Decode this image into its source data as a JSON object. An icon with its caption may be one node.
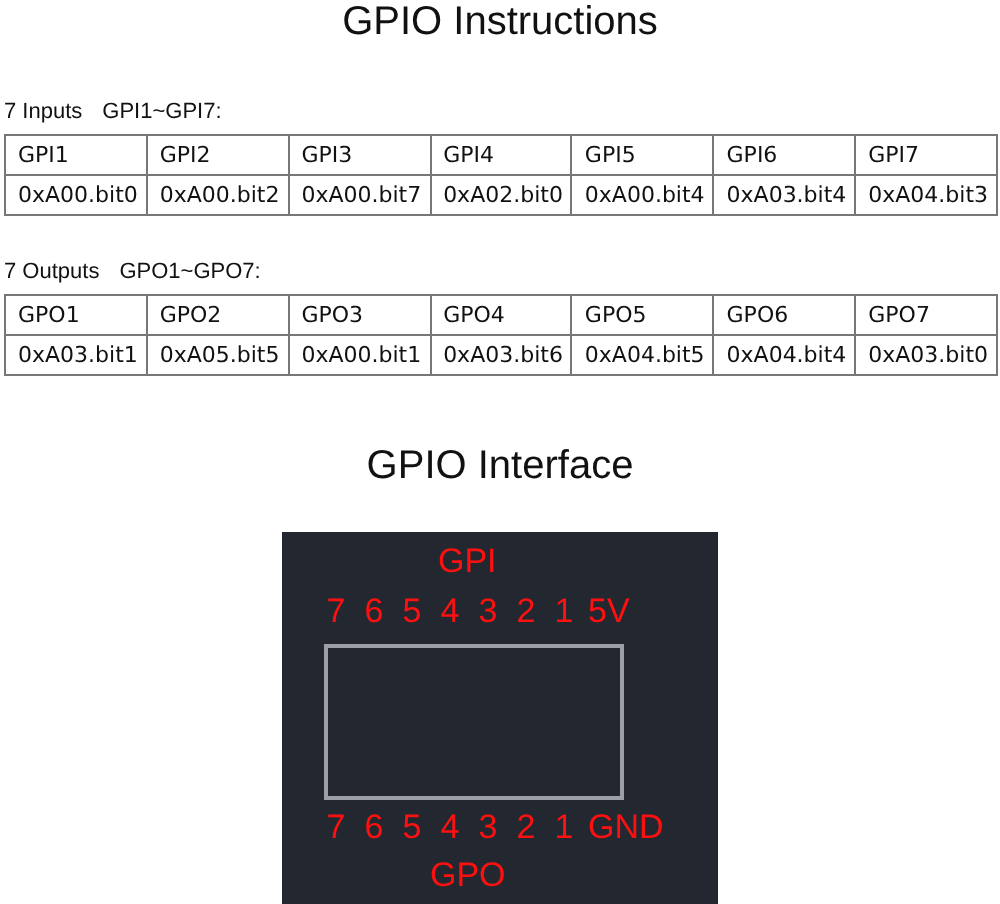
{
  "diagram": {
    "title": "GPIO Instructions",
    "nodes": [
      {
        "text": [],
        "shape": "box"
      }
    ],
    "labels": [
      "7 Inputs",
      "GPI1~GPI7:",
      "GPI1",
      "GPI2",
      "GPI3",
      "GPI4",
      "GPI5",
      "GPI6",
      "GPI7",
      "0xA00.bit0",
      "0xA00.bit2",
      "0xA00.bit7",
      "0xA02.bit0",
      "0xA00.bit4",
      "0xA03.bit4",
      "0xA04.bit3",
      "7 Outputs",
      "GPO1~GPO7:",
      "GPO1",
      "GPO2",
      "GPO3",
      "GPO4",
      "GPO5",
      "GPO6",
      "GPO7",
      "0xA03.bit1",
      "0xA05.bit5",
      "0xA00.bit1",
      "0xA03.bit6",
      "0xA04.bit5",
      "0xA04.bit4",
      "0xA03.bit0",
      "GPIO Interface",
      "GPI",
      "7",
      "6",
      "5",
      "4",
      "3",
      "2",
      "1",
      "5V",
      "7",
      "6",
      "5",
      "4",
      "3",
      "2",
      "1",
      "GND",
      "GPO"
    ]
  }
}
